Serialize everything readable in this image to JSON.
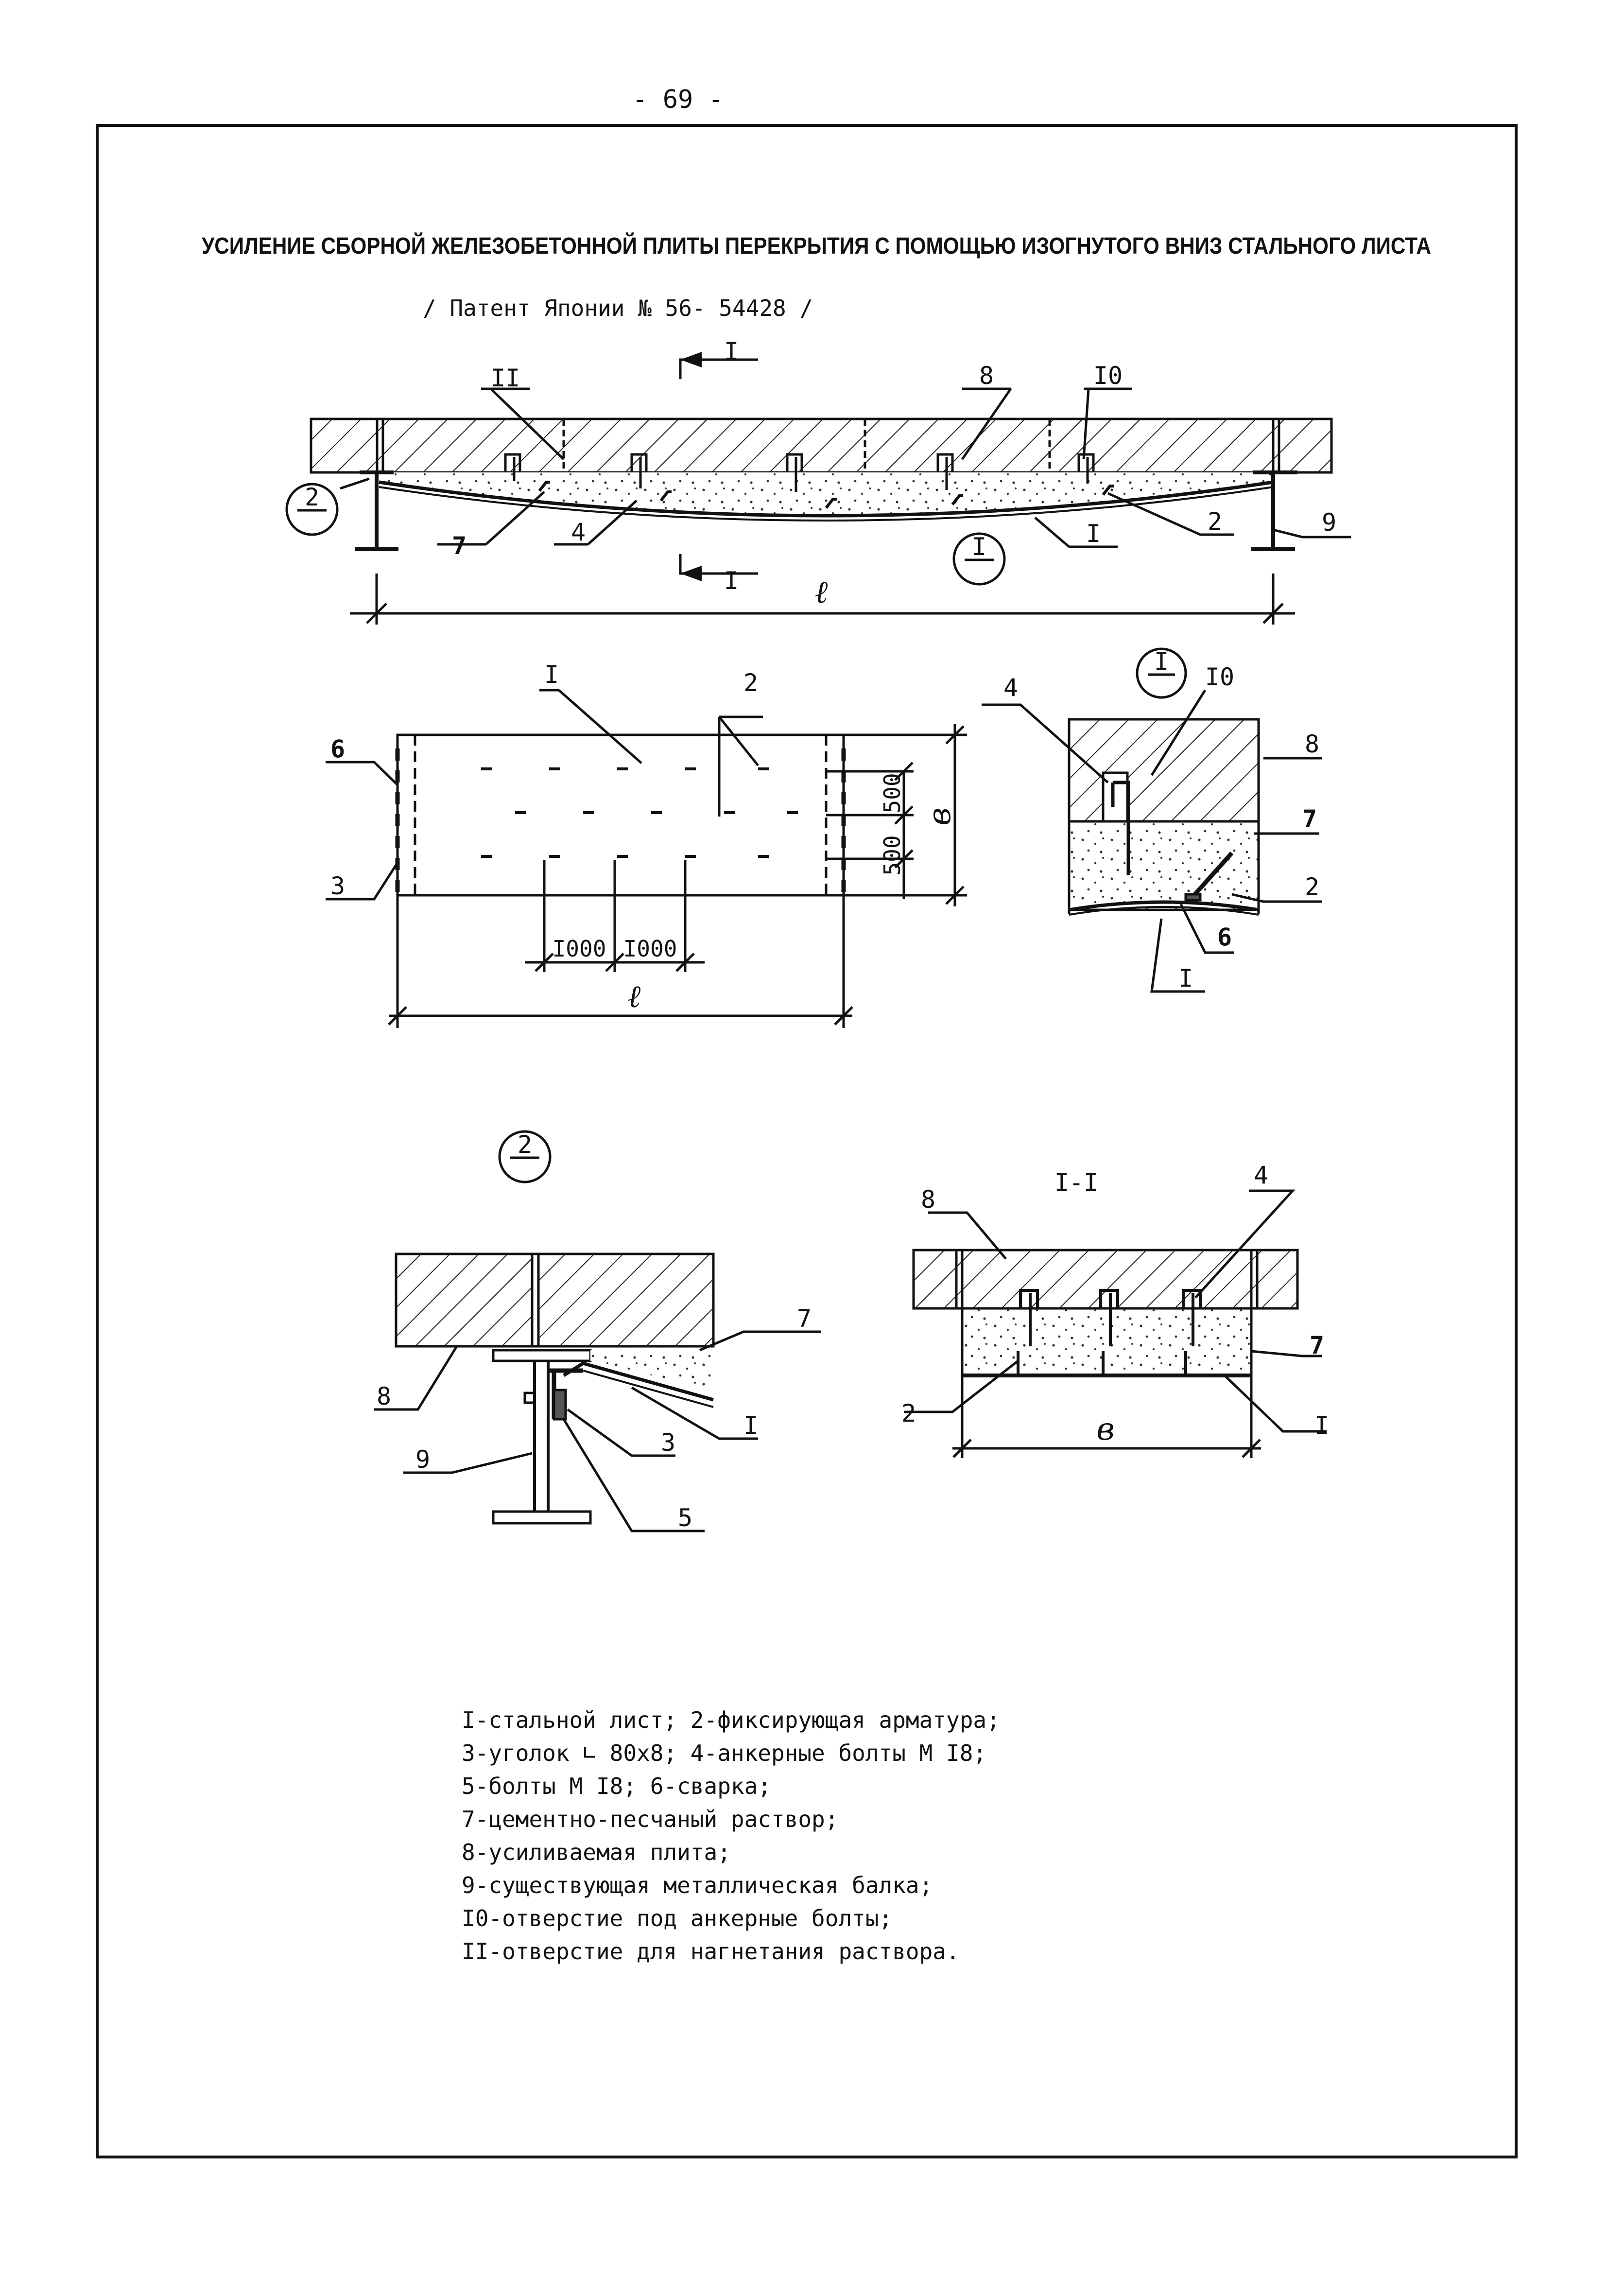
{
  "page_number": "- 69 -",
  "title": "УСИЛЕНИЕ СБОРНОЙ ЖЕЛЕЗОБЕТОННОЙ ПЛИТЫ ПЕРЕКРЫТИЯ С ПОМОЩЬЮ ИЗОГНУТОГО ВНИЗ СТАЛЬНОГО ЛИСТА",
  "subtitle": "/ Патент  Японии № 56- 54428 /",
  "section_mark": "I",
  "section_title": "I-I",
  "detail_marks": {
    "one": "I",
    "two": "2"
  },
  "dims": {
    "span": "ℓ",
    "width": "в",
    "d500": "500",
    "d1000": "I000"
  },
  "labels": {
    "n1": "I",
    "n2": "2",
    "n3": "3",
    "n4": "4",
    "n5": "5",
    "n6": "6",
    "n7": "7",
    "n8": "8",
    "n9": "9",
    "n10": "I0",
    "n11": "II"
  },
  "legend": [
    "I-стальной лист; 2-фиксирующая  арматура;",
    "3-уголок ∟ 80х8; 4-анкерные болты М I8;",
    "5-болты М I8; 6-сварка;",
    "7-цементно-песчаный раствор;",
    "8-усиливаемая плита;",
    "9-существующая металлическая балка;",
    "I0-отверстие под анкерные болты;",
    "II-отверстие для нагнетания раствора."
  ]
}
